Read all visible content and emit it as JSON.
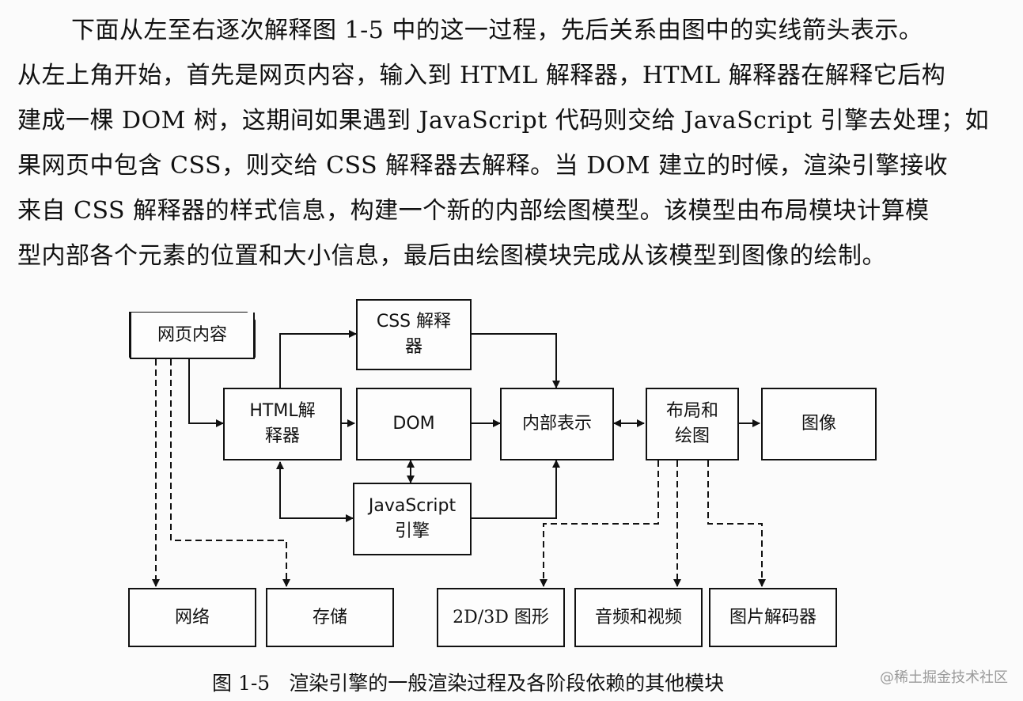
{
  "paragraph": {
    "lines": [
      "下面从左至右逐次解释图 1-5 中的这一过程，先后关系由图中的实线箭头表示。",
      "从左上角开始，首先是网页内容，输入到 HTML 解释器，HTML 解释器在解释它后构",
      "建成一棵 DOM 树，这期间如果遇到 JavaScript 代码则交给 JavaScript 引擎去处理；如",
      "果网页中包含 CSS，则交给 CSS 解释器去解释。当 DOM 建立的时候，渲染引擎接收",
      "来自 CSS 解释器的样式信息，构建一个新的内部绘图模型。该模型由布局模块计算模",
      "型内部各个元素的位置和大小信息，最后由绘图模块完成从该模型到图像的绘制。"
    ]
  },
  "diagram": {
    "web_content": "网页内容",
    "css_interpreter": [
      "CSS  解释",
      "器"
    ],
    "html_interpreter": [
      "HTML解",
      "释器"
    ],
    "dom": "DOM",
    "internal_repr": "内部表示",
    "layout_paint": [
      "布局和",
      "绘图"
    ],
    "image": "图像",
    "js_engine": [
      "JavaScript",
      "引擎"
    ],
    "network": "网络",
    "storage": "存储",
    "graphics": "2D/3D 图形",
    "audio_video": "音频和视频",
    "image_decoder": "图片解码器"
  },
  "caption": {
    "number": "图 1-5",
    "text": "渲染引擎的一般渲染过程及各阶段依赖的其他模块"
  },
  "watermark": "@稀土掘金技术社区"
}
